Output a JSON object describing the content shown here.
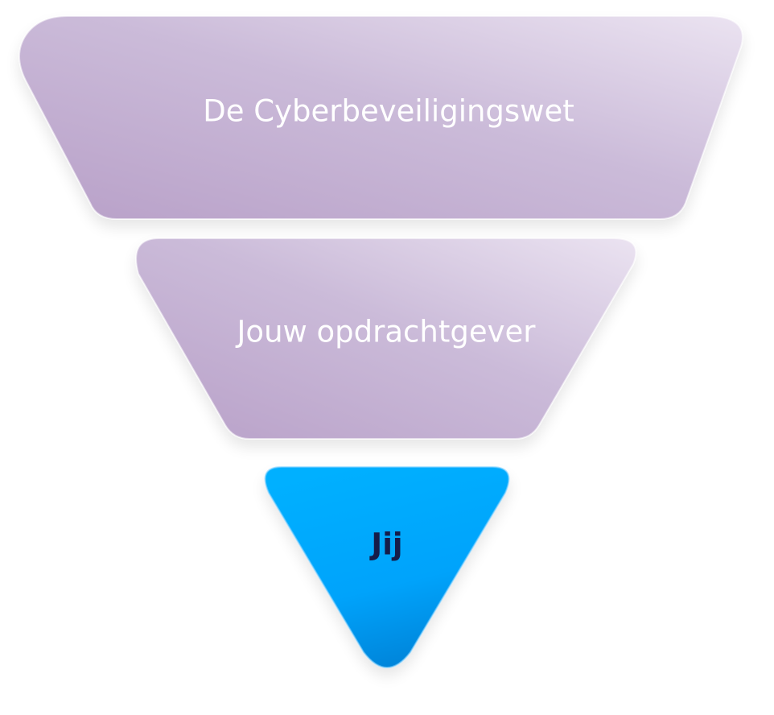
{
  "funnel": {
    "levels": [
      {
        "label": "De Cyberbeveiligingswet",
        "color": "#c5b2d6"
      },
      {
        "label": "Jouw opdrachtgever",
        "color": "#c5b2d6"
      },
      {
        "label": "Jij",
        "color": "#00a6ff"
      }
    ]
  }
}
